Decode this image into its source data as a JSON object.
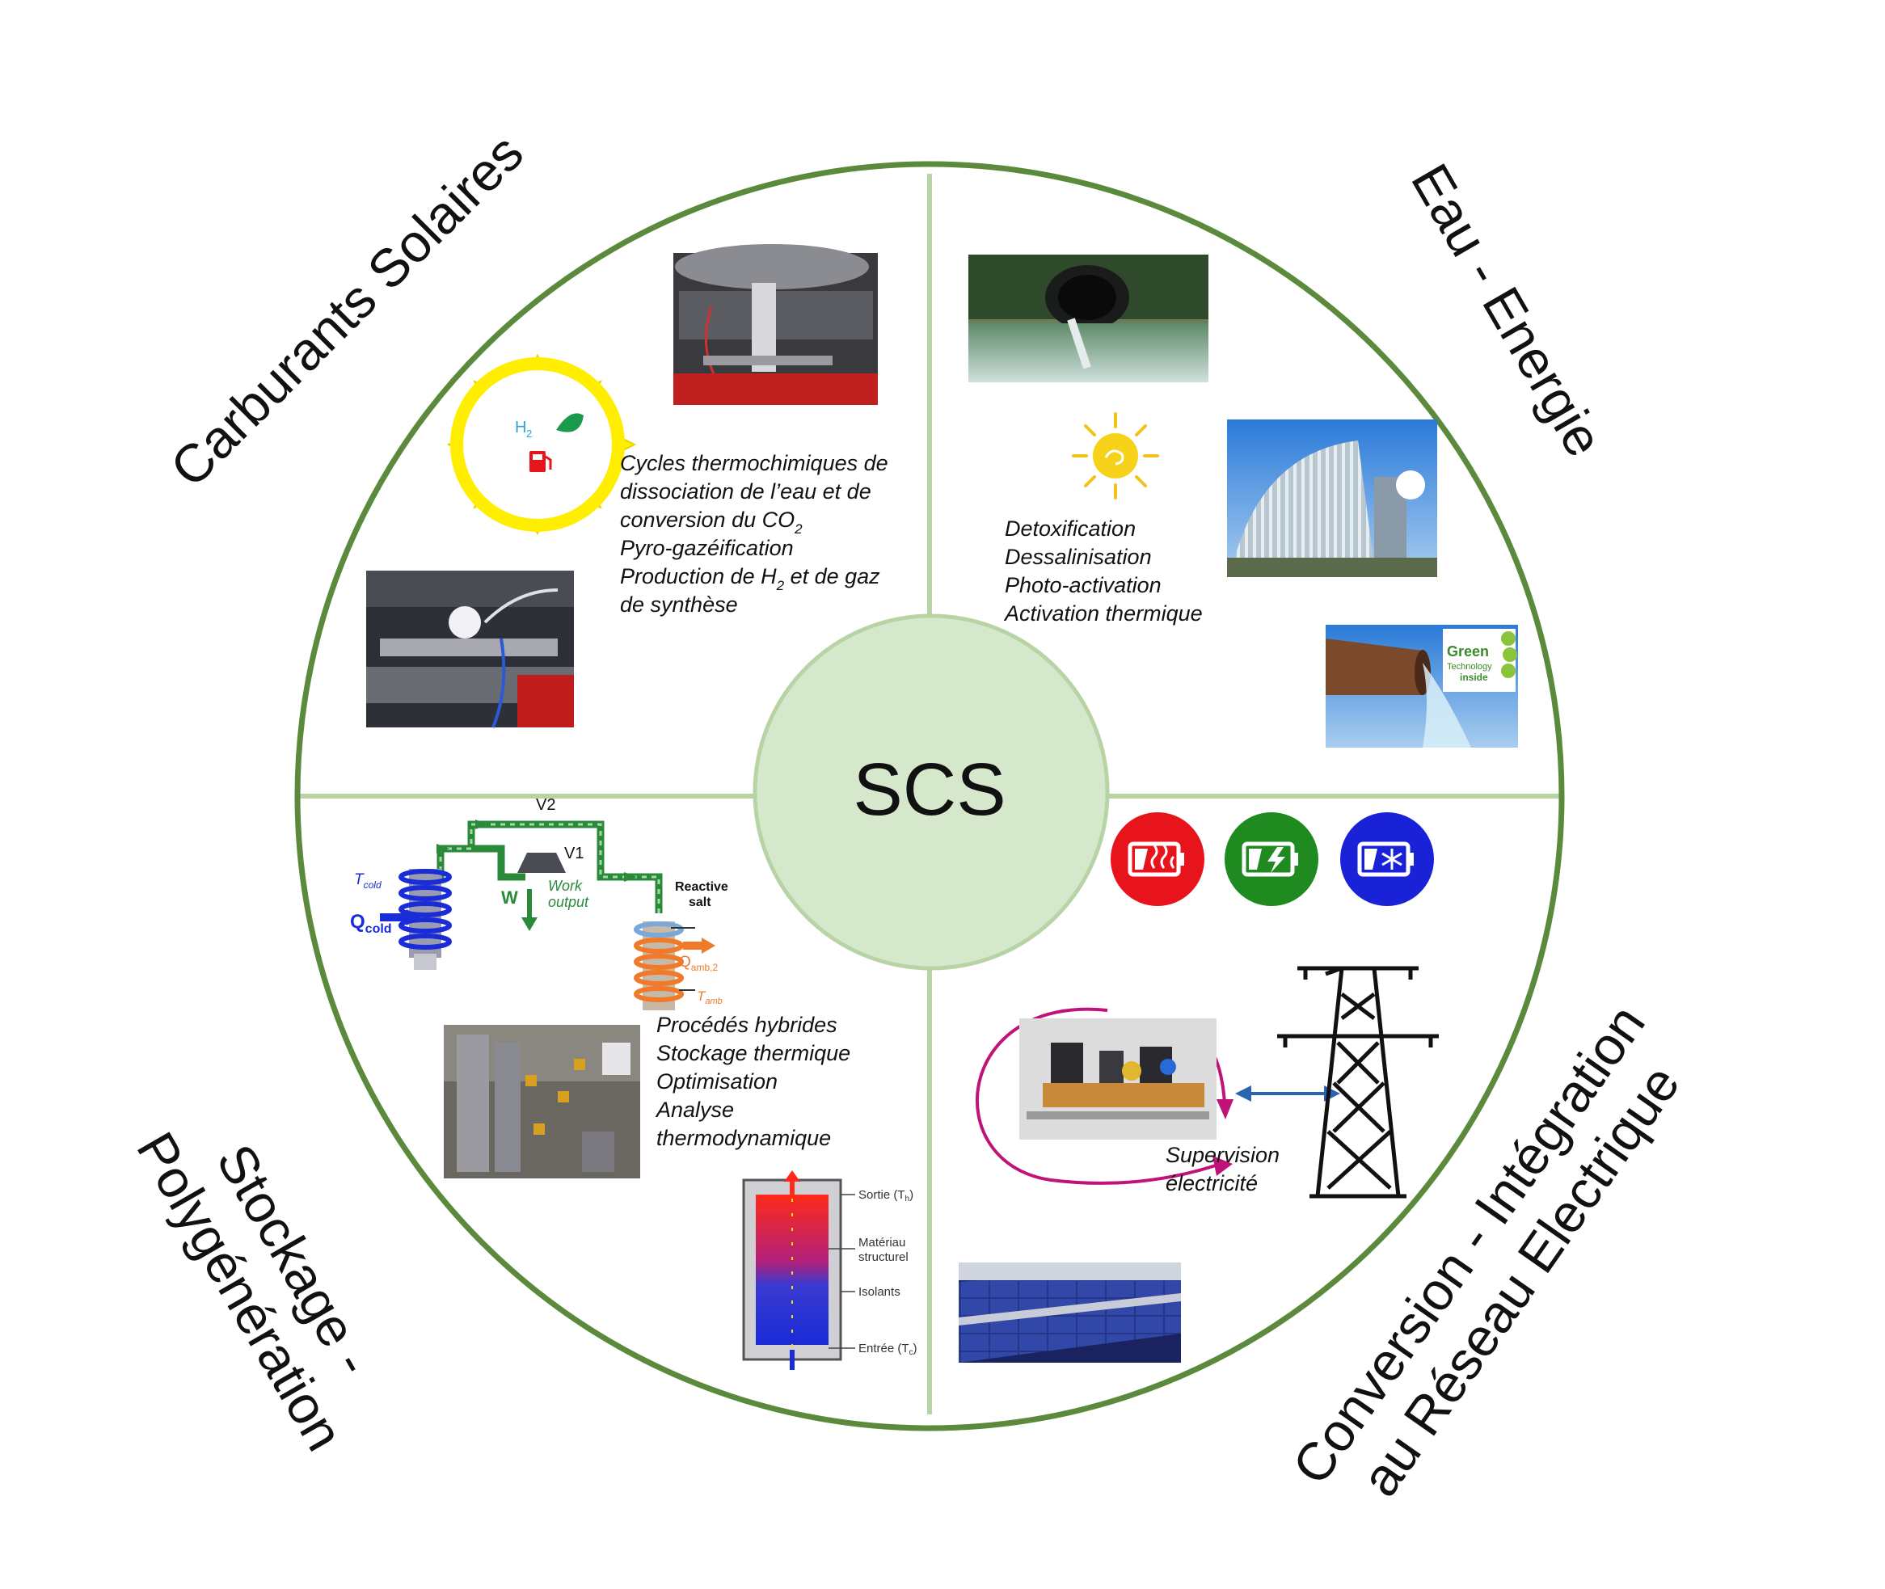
{
  "center": {
    "label": "SCS"
  },
  "quadrants": {
    "solar_fuels": {
      "title": "Carburants Solaires",
      "items": [
        "Cycles thermochimiques de",
        "dissociation de l’eau et de",
        "conversion du CO",
        "Pyro-gazéification",
        "Production de H",
        "de synthèse"
      ],
      "item_suffix_h2": " et de gaz",
      "sub_2": "2",
      "sun_label": "H",
      "sun_label_sub": "2"
    },
    "water_energy": {
      "title": "Eau - Energie",
      "items": [
        "Detoxification",
        "Dessalinisation",
        "Photo-activation",
        "Activation thermique"
      ],
      "badge": {
        "line1": "Green",
        "line2": "Technology",
        "line3": "inside"
      }
    },
    "storage": {
      "title_line1": "Stockage -",
      "title_line2": "Polygénération",
      "items": [
        "Procédés hybrides",
        "Stockage thermique",
        "Optimisation",
        "Analyse",
        "thermodynamique"
      ],
      "schematic": {
        "v2": "V2",
        "v1": "V1",
        "t_cold": "T",
        "t_cold_sub": "cold",
        "q_cold": "Q",
        "q_cold_sub": "cold",
        "w": "W",
        "work1": "Work",
        "work2": "output",
        "reactive1": "Reactive",
        "reactive2": "salt",
        "q_amb": "Q",
        "q_amb_sub": "amb,2",
        "t_amb": "T",
        "t_amb_sub": "amb"
      },
      "tank": {
        "sortie": "Sortie (T",
        "sortie_sub": "h",
        "materiau1": "Matériau",
        "materiau2": "structurel",
        "isolants": "Isolants",
        "entree": "Entrée (T",
        "entree_sub": "c"
      }
    },
    "grid": {
      "title_line1": "Conversion - Intégration",
      "title_line2": "au Réseau Electrique",
      "items": [
        "Supervision",
        "électricité"
      ]
    }
  },
  "colors": {
    "ring": "#5b8a3c",
    "divider": "#b8d4a4",
    "center_fill": "#d6e8cc",
    "battery_red": "#e8141b",
    "battery_green": "#1f8a1f",
    "battery_blue": "#1a22d8",
    "sun_yellow": "#ffee00",
    "magenta_arrow": "#c0137a",
    "blue_arrow": "#2a63b0"
  },
  "icons": [
    "sun-icon",
    "leaf-icon",
    "fuel-pump-icon",
    "heat-battery-icon",
    "charge-battery-icon",
    "cold-battery-icon",
    "pylon-icon"
  ]
}
